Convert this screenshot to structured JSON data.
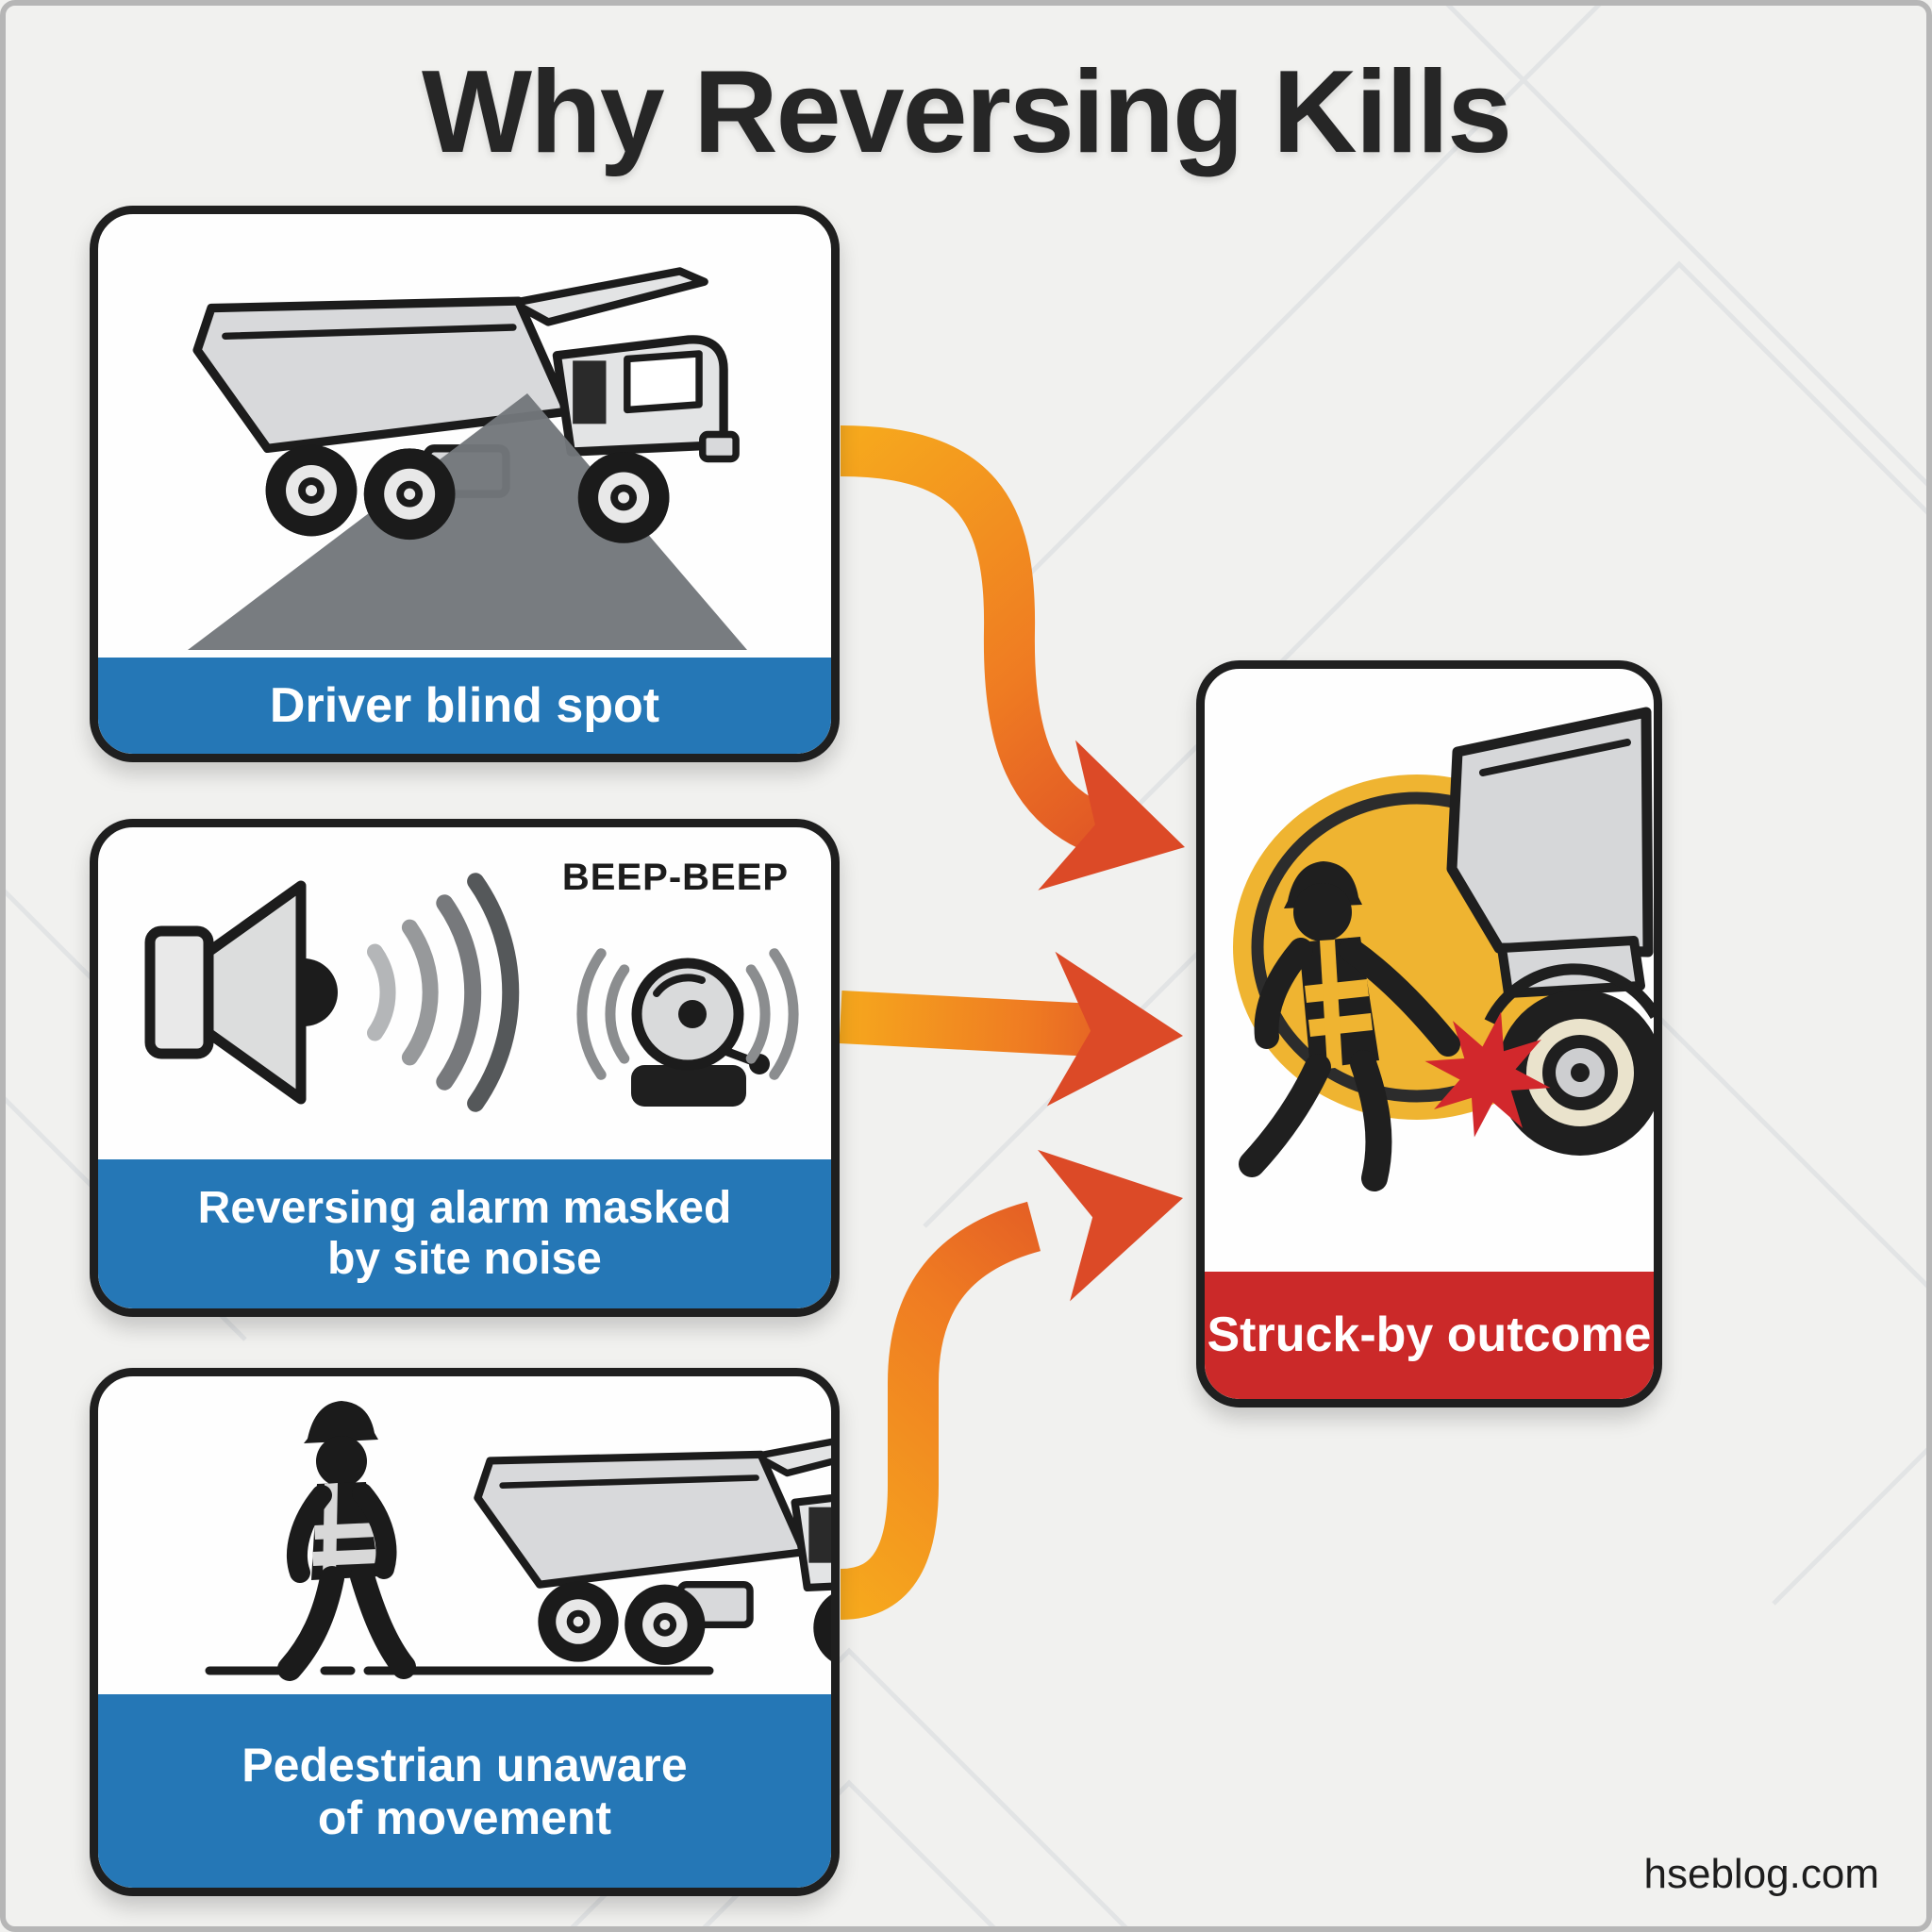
{
  "page": {
    "title": "Why Reversing Kills",
    "watermark": "hseblog.com",
    "background_color": "#f1f1ef"
  },
  "diagram": {
    "type": "cause-effect-flow",
    "causes": [
      {
        "id": "driver-blind-spot",
        "label": "Driver blind spot",
        "icon": "dump-truck-blind-spot-icon",
        "caption_color": "#2577b6"
      },
      {
        "id": "alarm-masked",
        "label_line1": "Reversing alarm masked",
        "label_line2": "by site noise",
        "sfx_label": "BEEP-BEEP",
        "icon": "speaker-sound-waves-alarm-bell-icon",
        "caption_color": "#2577b6"
      },
      {
        "id": "pedestrian-unaware",
        "label_line1": "Pedestrian unaware",
        "label_line2": "of movement",
        "icon": "walking-worker-approaching-truck-icon",
        "caption_color": "#2577b6"
      }
    ],
    "outcome": {
      "id": "struck-by",
      "label": "Struck-by outcome",
      "icon": "worker-struck-by-reversing-truck-icon",
      "caption_color": "#cb2929",
      "badge_color": "#efb431",
      "impact_color": "#d2282c"
    },
    "connectors": [
      {
        "from": "driver-blind-spot",
        "to": "struck-by",
        "style": "orange-red-gradient-arrow"
      },
      {
        "from": "alarm-masked",
        "to": "struck-by",
        "style": "orange-red-gradient-arrow"
      },
      {
        "from": "pedestrian-unaware",
        "to": "struck-by",
        "style": "orange-red-gradient-arrow"
      }
    ],
    "arrow_gradient": {
      "start": "#f6a81d",
      "end": "#dc4a27"
    }
  }
}
